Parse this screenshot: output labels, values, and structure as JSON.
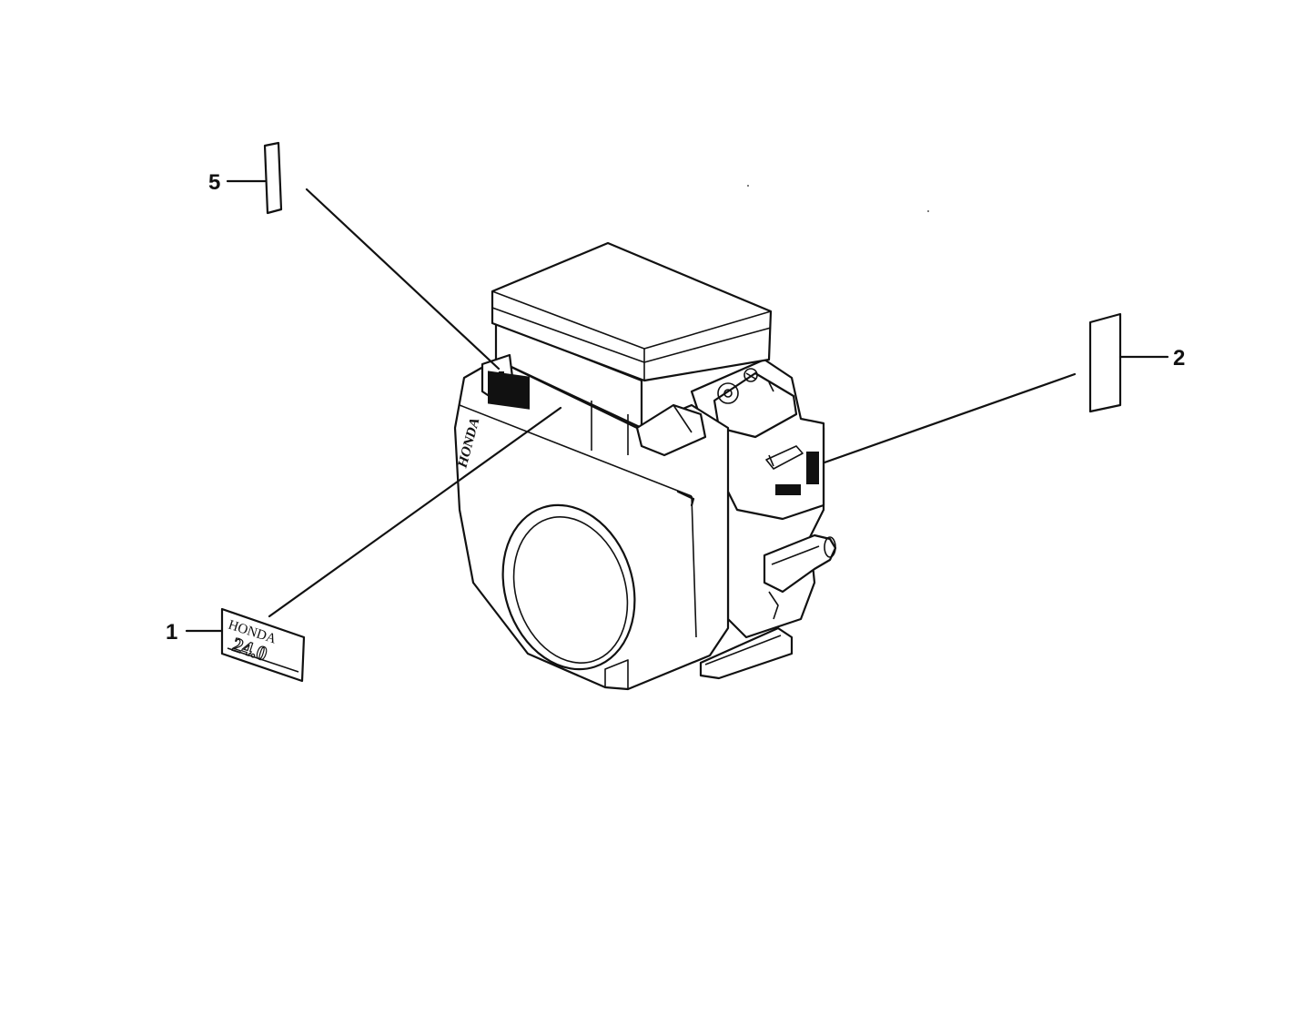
{
  "callouts": [
    {
      "id": "1",
      "label": "1"
    },
    {
      "id": "2",
      "label": "2"
    },
    {
      "id": "5",
      "label": "5"
    }
  ],
  "emblem": {
    "brand": "HONDA",
    "number": "24.0"
  },
  "engine_brand_text": "HONDA"
}
